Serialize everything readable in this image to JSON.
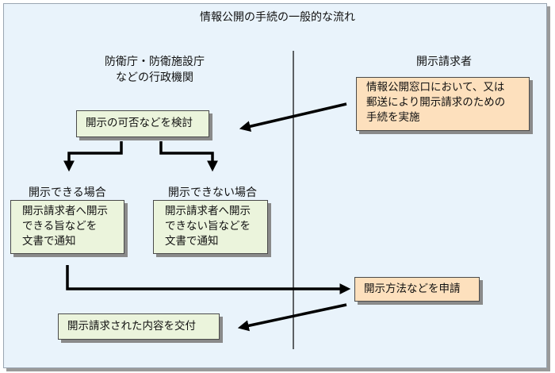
{
  "title": "情報公開の手続の一般的な流れ",
  "columns": {
    "left_heading_line1": "防衛庁・防衛施設庁",
    "left_heading_line2": "などの行政機関",
    "right_heading": "開示請求者"
  },
  "nodes": {
    "request": {
      "line1": "情報公開窓口において、又は",
      "line2": "郵送により開示請求のための",
      "line3": "手続を実施"
    },
    "review": "開示の可否などを検討",
    "disclose_case_label": "開示できる場合",
    "nondisclose_case_label": "開示できない場合",
    "notice_disclose": {
      "line1": "開示請求者へ開示",
      "line2": "できる旨などを",
      "line3": "文書で通知"
    },
    "notice_nondisclose": {
      "line1": "開示請求者へ開示",
      "line2": "できない旨などを",
      "line3": "文書で通知"
    },
    "apply_method": "開示方法などを申請",
    "deliver": "開示請求された内容を交付"
  }
}
